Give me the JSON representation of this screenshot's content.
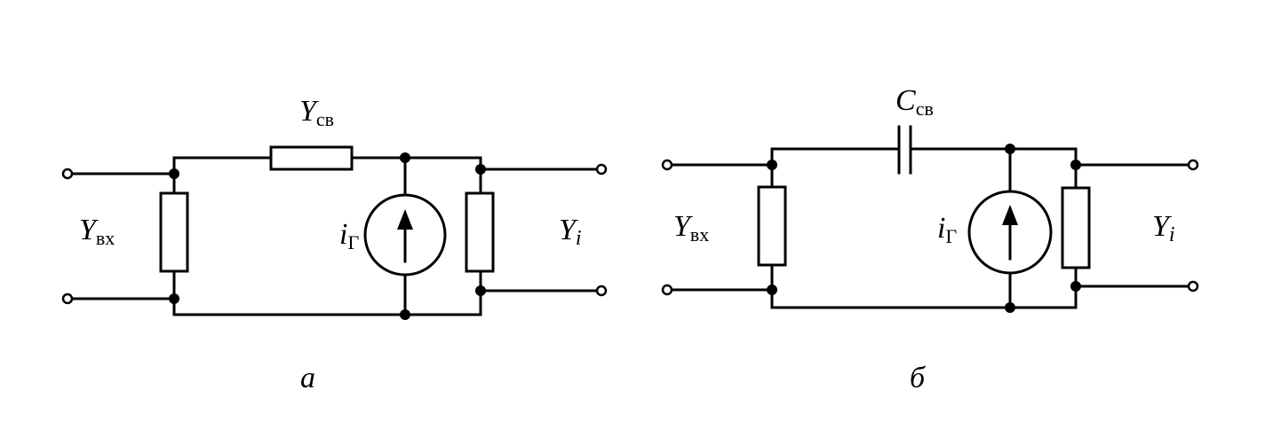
{
  "diagram_a": {
    "input_label_main": "Y",
    "input_label_sub": "вх",
    "series_label_main": "Y",
    "series_label_sub": "св",
    "source_label_main": "i",
    "source_label_sub": "Г",
    "output_label_main": "Y",
    "output_label_sub": "i",
    "caption": "а"
  },
  "diagram_b": {
    "input_label_main": "Y",
    "input_label_sub": "вх",
    "series_label_main": "C",
    "series_label_sub": "св",
    "source_label_main": "i",
    "source_label_sub": "Г",
    "output_label_main": "Y",
    "output_label_sub": "i",
    "caption": "б"
  }
}
